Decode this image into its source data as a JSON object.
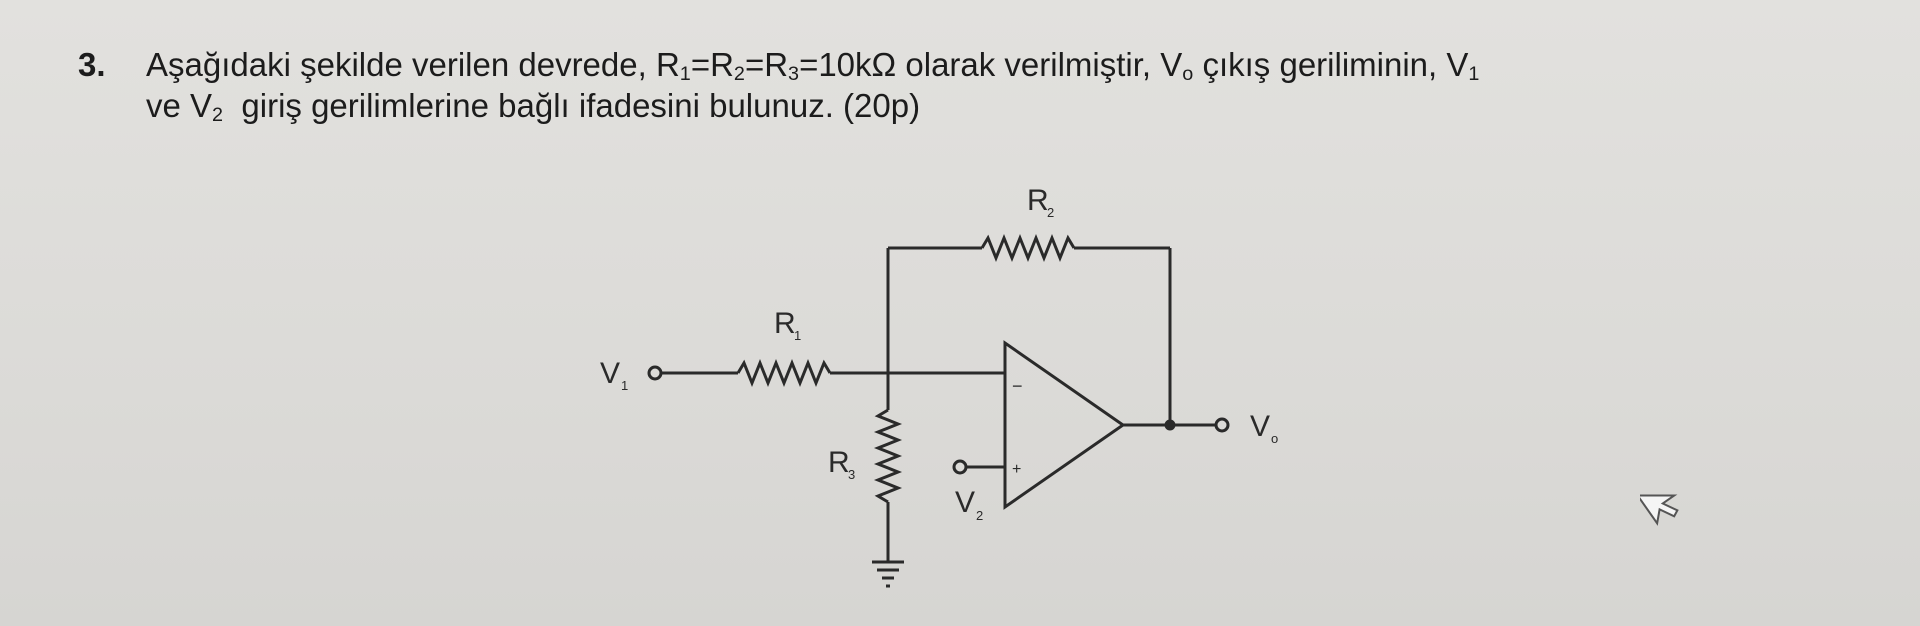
{
  "question": {
    "number": "3.",
    "line1": {
      "a": "Aşağıdaki şekilde verilen devrede, R",
      "s1": "1",
      "b": "=R",
      "s2": "2",
      "c": "=R",
      "s3": "3",
      "d": "=10kΩ olarak verilmiştir, V",
      "s4": "o",
      "e": " çıkış geriliminin, V",
      "s5": "1"
    },
    "line2": {
      "a": "ve V",
      "s1": "2",
      "b": "  giriş gerilimlerine bağlı ifadesini bulunuz. (20p)"
    }
  },
  "circuit": {
    "labels": {
      "r1": "R",
      "r1_sub": "1",
      "r2": "R",
      "r2_sub": "2",
      "r3": "R",
      "r3_sub": "3",
      "v1": "V",
      "v1_sub": "1",
      "v2": "V",
      "v2_sub": "2",
      "vo": "V",
      "vo_sub": "o"
    },
    "opamp": {
      "inverting": "−",
      "non_inverting": "+"
    }
  },
  "colors": {
    "background": "#dcdbd8",
    "ink": "#2a2a2a"
  }
}
